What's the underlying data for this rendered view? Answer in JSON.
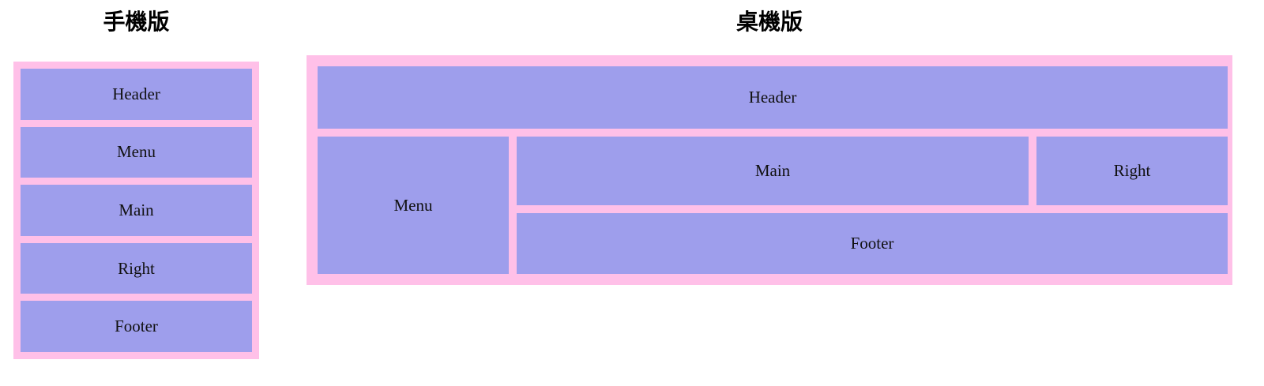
{
  "mobile": {
    "title": "手機版",
    "blocks": [
      {
        "label": "Header"
      },
      {
        "label": "Menu"
      },
      {
        "label": "Main"
      },
      {
        "label": "Right"
      },
      {
        "label": "Footer"
      }
    ]
  },
  "desktop": {
    "title": "桌機版",
    "blocks": {
      "header": "Header",
      "menu": "Menu",
      "main": "Main",
      "right": "Right",
      "footer": "Footer"
    }
  },
  "colors": {
    "container_background": "#ffc0e8",
    "block_background": "#9e9eec",
    "block_text": "#111111",
    "title_text": "#000000",
    "page_background": "#ffffff"
  }
}
